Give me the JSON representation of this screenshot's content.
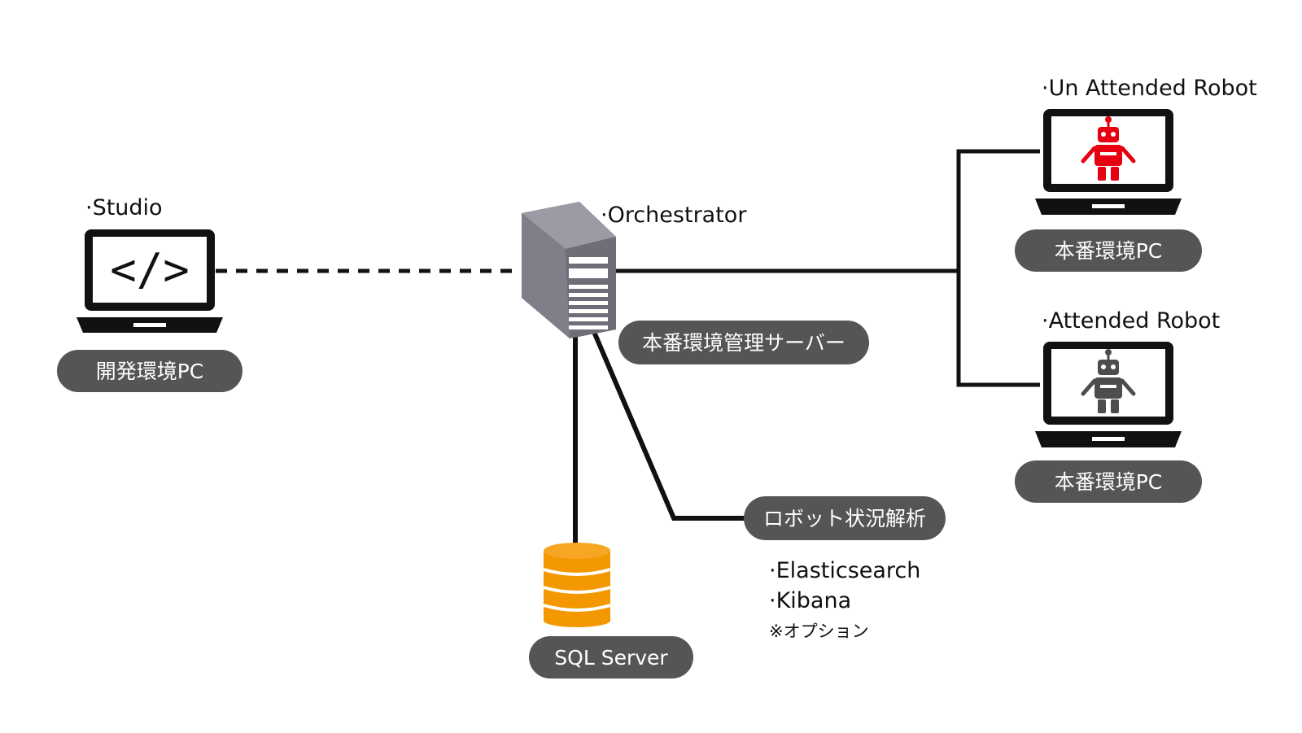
{
  "colors": {
    "line": "#111111",
    "pill": "#555555",
    "pill_text": "#ffffff",
    "server": "#6d6e78",
    "database": "#f39800",
    "robot_unattended": "#e60012",
    "robot_attended": "#4d4d4d"
  },
  "nodes": {
    "studio": {
      "title": "·Studio",
      "screen_glyph": "</>",
      "pill": "開発環境PC",
      "icon": "laptop-code-icon"
    },
    "orchestrator": {
      "title": "·Orchestrator",
      "pill": "本番環境管理サーバー",
      "icon": "server-tower-icon"
    },
    "database": {
      "pill": "SQL Server",
      "icon": "database-icon"
    },
    "analytics": {
      "pill": "ロボット状況解析",
      "items": [
        "·Elasticsearch",
        "·Kibana"
      ],
      "note": "※オプション"
    },
    "unattended_robot": {
      "title": "·Un Attended Robot",
      "pill": "本番環境PC",
      "icon": "robot-icon"
    },
    "attended_robot": {
      "title": "·Attended Robot",
      "pill": "本番環境PC",
      "icon": "robot-icon"
    }
  }
}
